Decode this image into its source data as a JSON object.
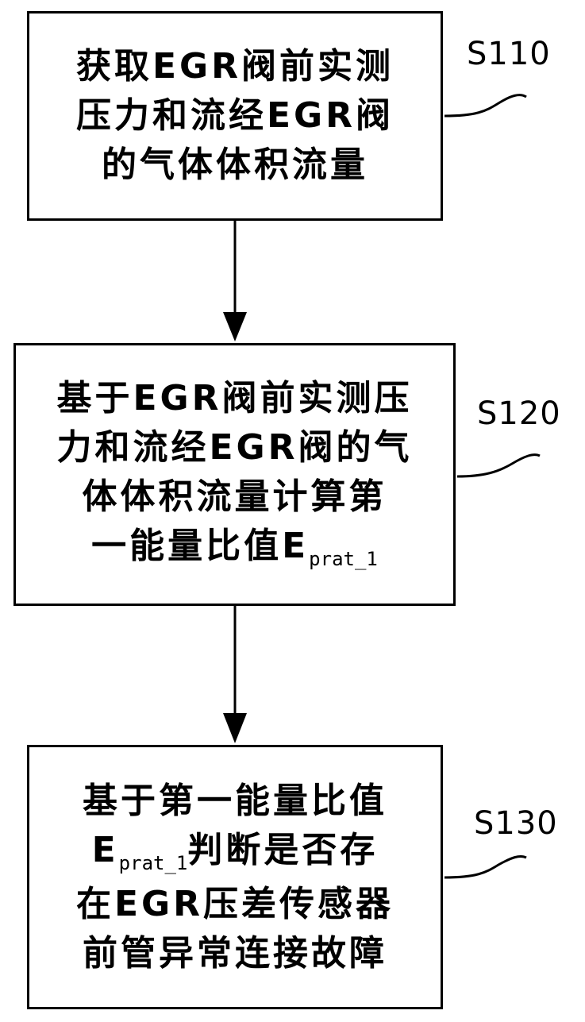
{
  "steps": [
    {
      "id": "S110",
      "label": "S110",
      "lines": [
        "获取EGR阀前实测",
        "压力和流经EGR阀",
        "的气体体积流量"
      ]
    },
    {
      "id": "S120",
      "label": "S120",
      "lines": [
        "基于EGR阀前实测压",
        "力和流经EGR阀的气",
        "体体积流量计算第"
      ],
      "last_line_prefix": "一能量比值E",
      "last_line_sub": "prat_1"
    },
    {
      "id": "S130",
      "label": "S130",
      "line1": "基于第一能量比值",
      "line2_prefix": "E",
      "line2_sub": "prat_1",
      "line2_suffix": "判断是否存",
      "lines_rest": [
        "在EGR压差传感器",
        "前管异常连接故障"
      ]
    }
  ]
}
